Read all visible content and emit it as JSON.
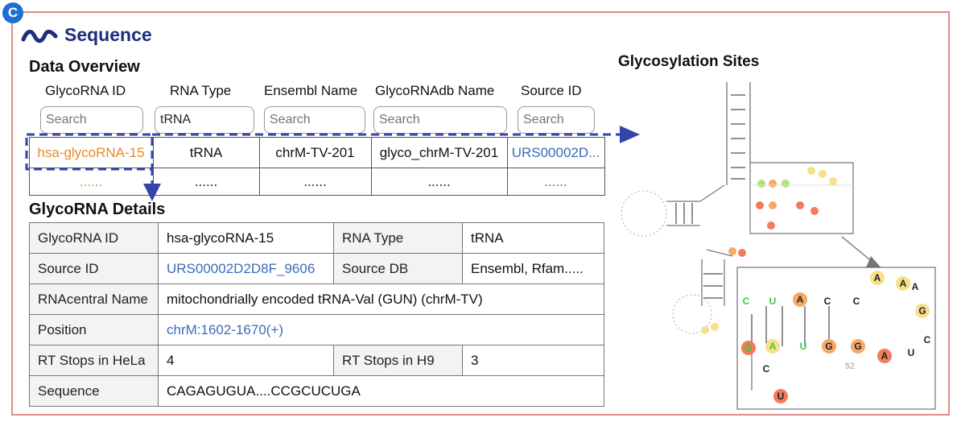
{
  "panel": {
    "badge": "C",
    "title": "Sequence"
  },
  "overview": {
    "title": "Data Overview",
    "columns": [
      "GlycoRNA ID",
      "RNA Type",
      "Ensembl Name",
      "GlycoRNAdb Name",
      "Source ID"
    ],
    "search": [
      {
        "placeholder": "Search",
        "value": ""
      },
      {
        "placeholder": "Search",
        "value": "tRNA"
      },
      {
        "placeholder": "Search",
        "value": ""
      },
      {
        "placeholder": "Search",
        "value": ""
      },
      {
        "placeholder": "Search",
        "value": ""
      }
    ],
    "rows": [
      [
        "hsa-glycoRNA-15",
        "tRNA",
        "chrM-TV-201",
        "glyco_chrM-TV-201",
        "URS00002D..."
      ],
      [
        "......",
        "......",
        "......",
        "......",
        "......"
      ]
    ]
  },
  "details": {
    "title": "GlycoRNA Details",
    "glycorna_id_label": "GlycoRNA ID",
    "glycorna_id": "hsa-glycoRNA-15",
    "rna_type_label": "RNA Type",
    "rna_type": "tRNA",
    "source_id_label": "Source ID",
    "source_id": "URS00002D2D8F_9606",
    "source_db_label": "Source DB",
    "source_db": "Ensembl, Rfam.....",
    "rnacentral_label": "RNAcentral Name",
    "rnacentral": "mitochondrially encoded tRNA-Val (GUN) (chrM-TV)",
    "position_label": "Position",
    "position": "chrM:1602-1670(+)",
    "rt_hela_label": "RT Stops in HeLa",
    "rt_hela": "4",
    "rt_h9_label": "RT Stops in H9",
    "rt_h9": "3",
    "sequence_label": "Sequence",
    "sequence": "CAGAGUGUA....CCGCUCUGA"
  },
  "glyco": {
    "title": "Glycosylation Sites",
    "zoom_index": "52",
    "zoom_nucleotides": [
      "C",
      "U",
      "A",
      "C",
      "C",
      "A",
      "A",
      "A",
      "G",
      "C",
      "U",
      "A",
      "G",
      "G",
      "U",
      "A",
      "G",
      "U"
    ]
  },
  "colors": {
    "accent": "#1d2d7a",
    "frame": "#e08a8a",
    "link": "#3a6bb5",
    "highlight": "#e68a2e",
    "arrow": "#3344aa"
  }
}
